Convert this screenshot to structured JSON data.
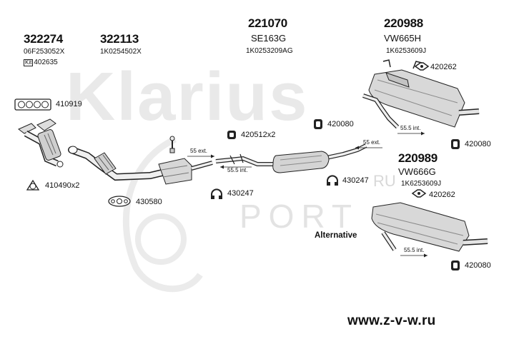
{
  "diagram": {
    "watermark": {
      "logo": "Klarius",
      "ru": "RU",
      "port": "PORT"
    },
    "parts": [
      {
        "id": "p322274",
        "number": "322274",
        "oem": "06F253052X",
        "kit_badge": "Kit",
        "kit_number": "402635"
      },
      {
        "id": "p322113",
        "number": "322113",
        "oem": "1K0254502X"
      },
      {
        "id": "p221070",
        "number": "221070",
        "name": "SE163G",
        "oem": "1K0253209AG"
      },
      {
        "id": "p220988",
        "number": "220988",
        "name": "VW665H",
        "oem": "1K6253609J"
      },
      {
        "id": "p220989",
        "number": "220989",
        "name": "VW666G",
        "oem": "1K6253609J"
      }
    ],
    "fittings": [
      {
        "id": "f410919",
        "label": "410919"
      },
      {
        "id": "f410490",
        "label": "410490x2"
      },
      {
        "id": "f430580",
        "label": "430580"
      },
      {
        "id": "f430247a",
        "label": "430247"
      },
      {
        "id": "f430247b",
        "label": "430247"
      },
      {
        "id": "f420512",
        "label": "420512x2"
      },
      {
        "id": "f420080a",
        "label": "420080"
      },
      {
        "id": "f420080b",
        "label": "420080"
      },
      {
        "id": "f420080c",
        "label": "420080"
      },
      {
        "id": "f420262a",
        "label": "420262"
      },
      {
        "id": "f420262b",
        "label": "420262"
      }
    ],
    "dimensions": [
      {
        "id": "d55ext1",
        "label": "55 ext."
      },
      {
        "id": "d555int1",
        "label": "55.5 int."
      },
      {
        "id": "d55ext2",
        "label": "55 ext."
      },
      {
        "id": "d555int2",
        "label": "55.5 int."
      },
      {
        "id": "d555int3",
        "label": "55.5 int."
      }
    ],
    "alternative_label": "Alternative",
    "website": "www.z-v-w.ru"
  }
}
